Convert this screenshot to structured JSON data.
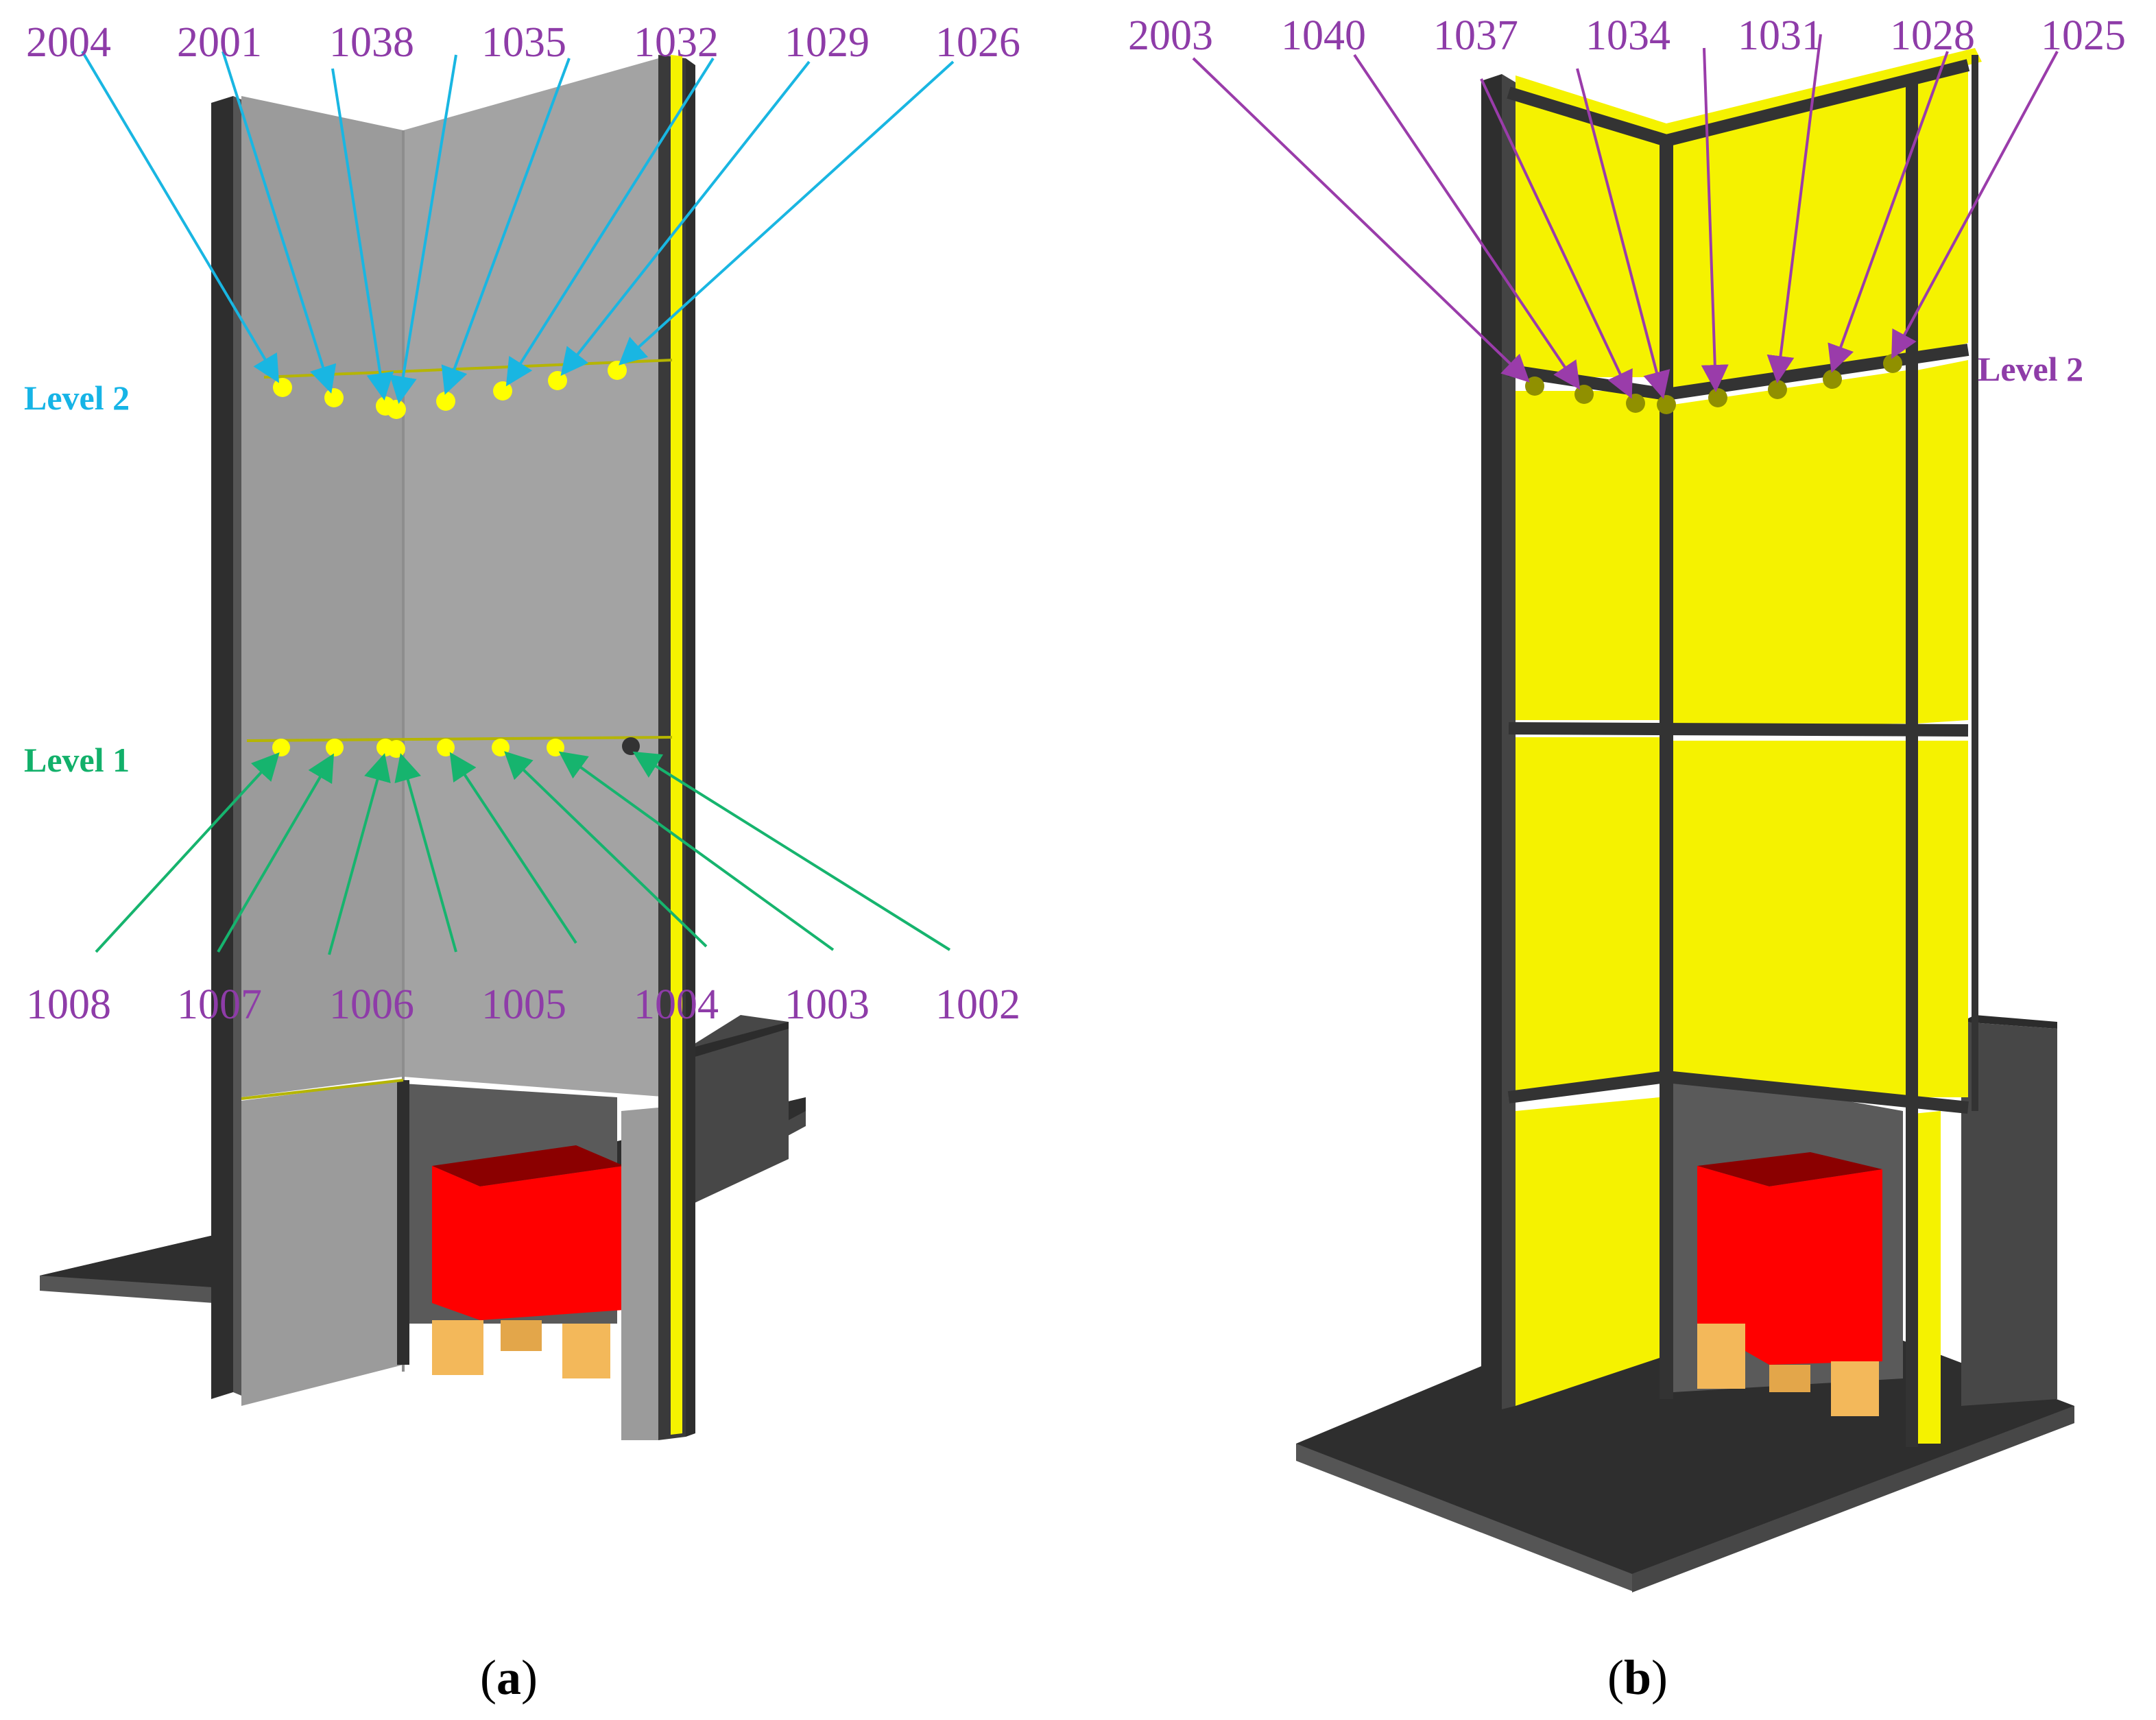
{
  "panel_a": {
    "caption_letter": "a",
    "level2_label": "Level 2",
    "level1_label": "Level 1",
    "top_labels": [
      "2004",
      "2001",
      "1038",
      "1035",
      "1032",
      "1029",
      "1026"
    ],
    "bottom_labels": [
      "1008",
      "1007",
      "1006",
      "1005",
      "1004",
      "1003",
      "1002"
    ]
  },
  "panel_b": {
    "caption_letter": "b",
    "level2_label": "Level 2",
    "top_labels": [
      "2003",
      "1040",
      "1037",
      "1034",
      "1031",
      "1028",
      "1025"
    ]
  },
  "colors": {
    "label_purple": "#8e3ca8",
    "level2_cyan": "#16b4e6",
    "level1_green": "#12b06a",
    "arrow_cyan": "#19b6e2",
    "arrow_green": "#16b46e",
    "arrow_purple": "#9a3caa",
    "wall_gray": "#9b9b9b",
    "frame_dark": "#333333",
    "panel_yellow": "#f5f200",
    "box_red": "#ff0000",
    "pallet_orange": "#f3b85a",
    "marker_yellow": "#ffff00"
  }
}
